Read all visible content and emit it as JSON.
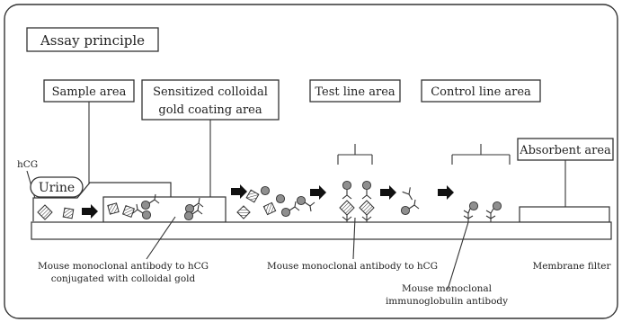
{
  "title": "Assay principle",
  "areas": {
    "sample": "Sample area",
    "sensitized_1": "Sensitized colloidal",
    "sensitized_2": "gold coating area",
    "test": "Test line area",
    "control": "Control line area",
    "absorbent": "Absorbent area"
  },
  "labels": {
    "hcg": "hCG",
    "urine": "Urine"
  },
  "captions": {
    "gold_ab_1": "Mouse monoclonal antibody to hCG",
    "gold_ab_2": "conjugated with colloidal gold",
    "test_ab": "Mouse monoclonal antibody to hCG",
    "control_ab_1": "Mouse monoclonal",
    "control_ab_2": "immunoglobulin antibody",
    "membrane": "Membrane filter"
  },
  "colors": {
    "gold_particle": "#8f8f8f",
    "stroke": "#333333",
    "arrow": "#111111"
  }
}
